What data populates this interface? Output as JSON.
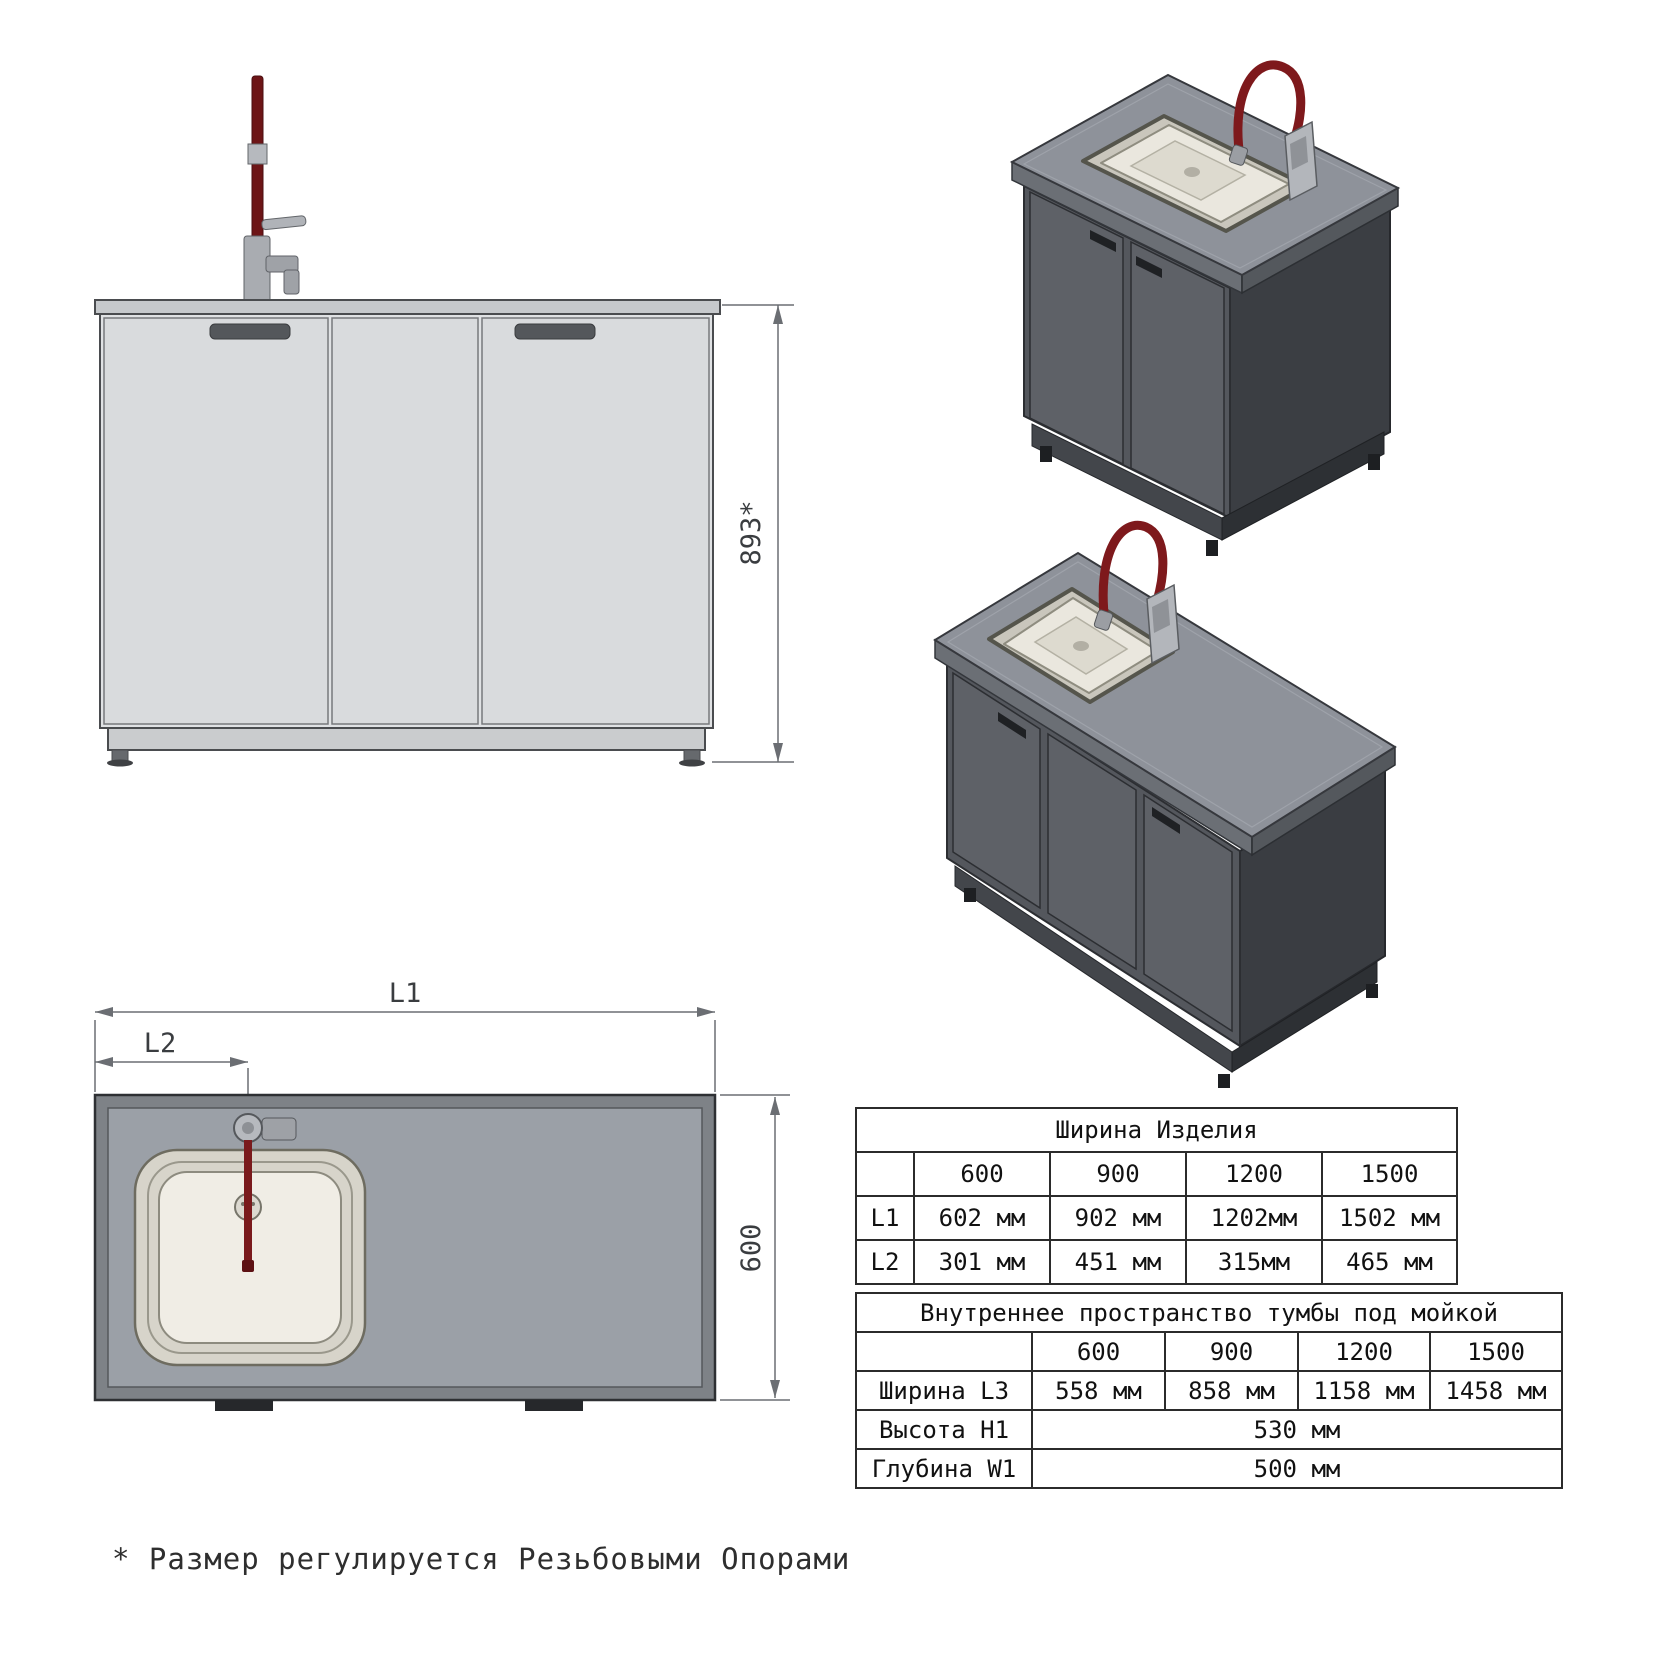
{
  "colors": {
    "faucet_red": "#7a1a1c",
    "cabinet_light_gray": "#d9dbdd",
    "cabinet_dark_gray": "#54575d",
    "countertop_gray": "#9ba0a7",
    "sink_beige": "#f0ede5",
    "line_dark": "#2e3033"
  },
  "front_view": {
    "height_dim": "893*"
  },
  "plan_view": {
    "l1": "L1",
    "l2": "L2",
    "depth": "600"
  },
  "table_width": {
    "title": "Ширина Изделия",
    "cols": [
      "600",
      "900",
      "1200",
      "1500"
    ],
    "rows": [
      {
        "label": "L1",
        "values": [
          "602 мм",
          "902 мм",
          "1202мм",
          "1502 мм"
        ]
      },
      {
        "label": "L2",
        "values": [
          "301 мм",
          "451 мм",
          "315мм",
          "465 мм"
        ]
      }
    ]
  },
  "table_inner": {
    "title": "Внутреннее пространство тумбы под мойкой",
    "cols": [
      "600",
      "900",
      "1200",
      "1500"
    ],
    "row_l3": {
      "label": "Ширина L3",
      "values": [
        "558 мм",
        "858 мм",
        "1158 мм",
        "1458 мм"
      ]
    },
    "row_h1": {
      "label": "Высота H1",
      "value": "530 мм"
    },
    "row_w1": {
      "label": "Глубина W1",
      "value": "500 мм"
    }
  },
  "footnote": "* Размер регулируется Резьбовыми Опорами"
}
